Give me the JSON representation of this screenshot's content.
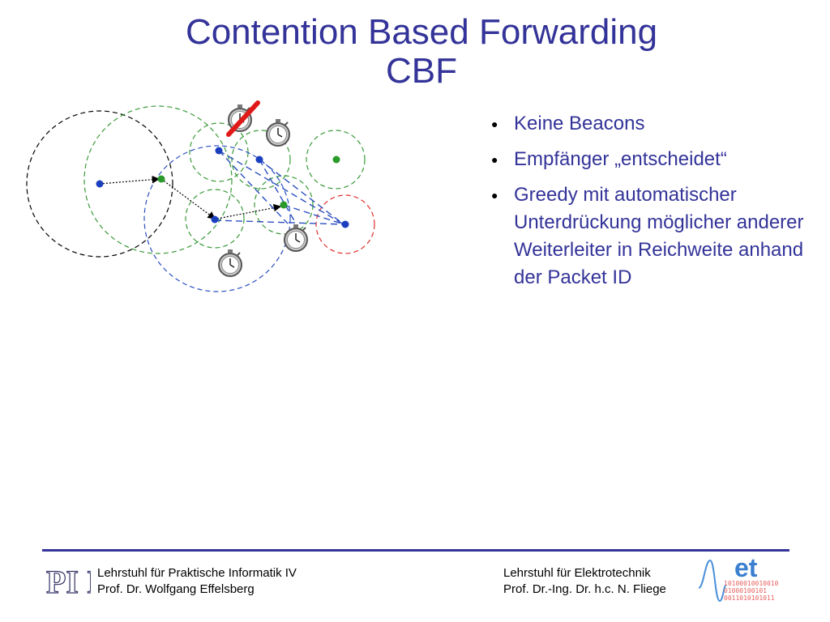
{
  "slide": {
    "title_line1": "Contention Based Forwarding",
    "title_line2": "CBF"
  },
  "bullets": [
    "Keine Beacons",
    "Empfänger „entscheidet“",
    "Greedy mit automatischer Unterdrückung möglicher anderer Weiterleiter in Reichweite anhand der Packet ID"
  ],
  "footer": {
    "left_line1": "Lehrstuhl für Praktische Informatik IV",
    "left_line2": "Prof. Dr. Wolfgang Effelsberg",
    "right_line1": "Lehrstuhl für Elektrotechnik",
    "right_line2": "Prof. Dr.-Ing. Dr. h.c. N. Fliege",
    "logo_left_text": "PI IV",
    "logo_right_text": "et",
    "logo_right_bits": [
      "10100010010010",
      "01000100101",
      "0011010101011"
    ]
  },
  "colors": {
    "title": "#333399",
    "node_blue": "#1a3fbf",
    "node_green": "#2a9a2a",
    "range_green": "#3a9a3a",
    "range_blue": "#2a4fbf",
    "range_red": "#e03030",
    "cancel_mark": "#e01818"
  },
  "icons": {
    "bullet": "bullet-dot-icon",
    "timer": "stopwatch-icon",
    "cancel": "cancel-slash-icon"
  }
}
